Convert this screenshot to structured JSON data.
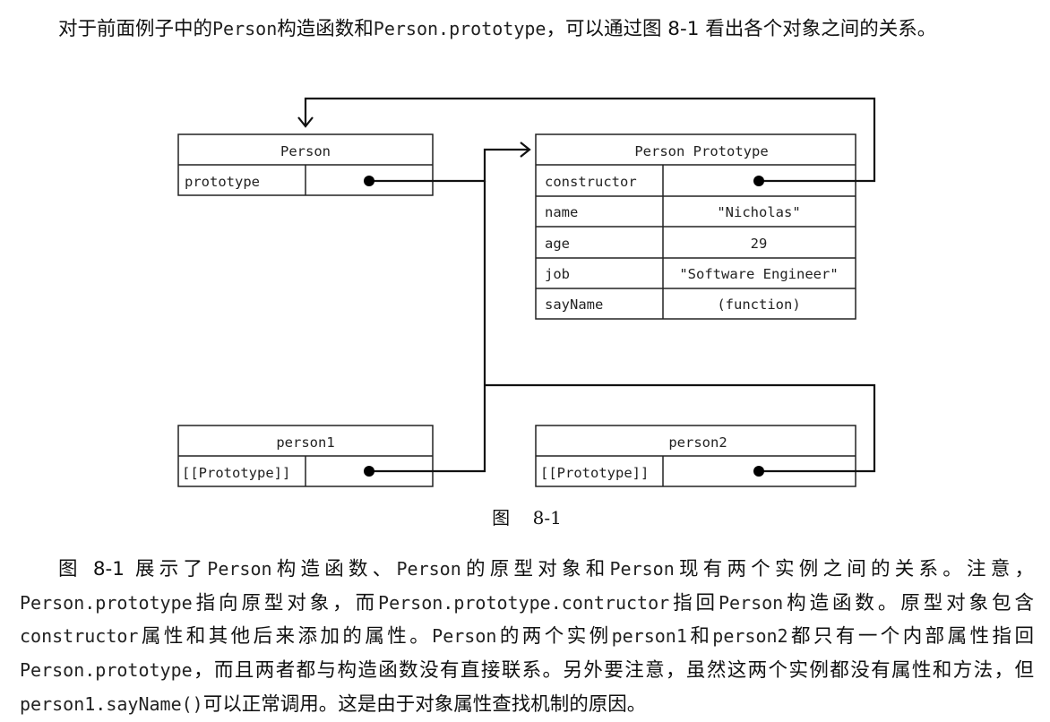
{
  "para1": {
    "s1": "对于前面例子中的",
    "c1": "Person",
    "s2": "构造函数和",
    "c2": "Person.prototype",
    "s3": "，可以通过图 8-1 看出各个对象之间的关系。"
  },
  "diagram": {
    "person": {
      "title": "Person",
      "rows": [
        {
          "key": "prototype",
          "value": ""
        }
      ]
    },
    "person_prototype": {
      "title": "Person Prototype",
      "rows": [
        {
          "key": "constructor",
          "value": ""
        },
        {
          "key": "name",
          "value": "\"Nicholas\""
        },
        {
          "key": "age",
          "value": "29"
        },
        {
          "key": "job",
          "value": "\"Software Engineer\""
        },
        {
          "key": "sayName",
          "value": "(function)"
        }
      ]
    },
    "person1": {
      "title": "person1",
      "rows": [
        {
          "key": "[[Prototype]]",
          "value": ""
        }
      ]
    },
    "person2": {
      "title": "person2",
      "rows": [
        {
          "key": "[[Prototype]]",
          "value": ""
        }
      ]
    },
    "caption": "图    8-1"
  },
  "para2": {
    "s1": "图 8-1 展示了",
    "c1": "Person",
    "s2": "构造函数、",
    "c2": "Person",
    "s3": "的原型对象和",
    "c3": "Person",
    "s4": "现有两个实例之间的关系。注意，",
    "c4": "Person.prototype",
    "s5": "指向原型对象，而",
    "c5": "Person.prototype.contructor",
    "s6": "指回",
    "c6": "Person",
    "s7": "构造函数。原型对象包含",
    "c7": "constructor",
    "s8": "属性和其他后来添加的属性。",
    "c8": "Person",
    "s9": "的两个实例",
    "c9": "person1",
    "s10": "和",
    "c10": "person2",
    "s11": "都只有一个内部属性指回",
    "c11": "Person.prototype",
    "s12": "，而且两者都与构造函数没有直接联系。另外要注意，虽然这两个实例都没有属性和方法，但",
    "c12": "person1.sayName()",
    "s13": "可以正常调用。这是由于对象属性查找机制的原因。"
  }
}
